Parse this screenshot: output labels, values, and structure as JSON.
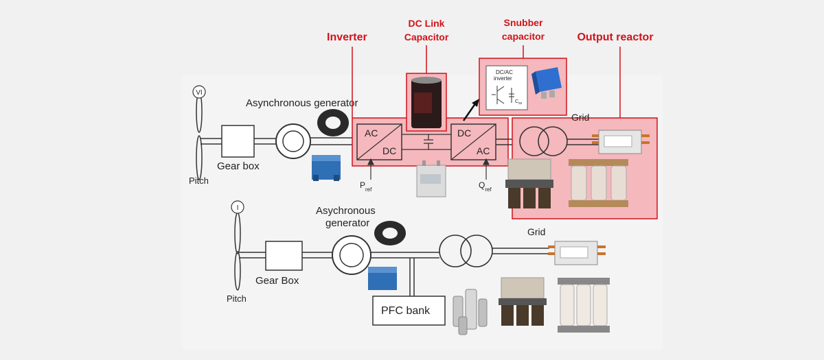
{
  "callouts": {
    "inverter": "Inverter",
    "dc_link_line1": "DC Link",
    "dc_link_line2": "Capacitor",
    "snubber_line1": "Snubber",
    "snubber_line2": "capacitor",
    "output_reactor": "Output reactor"
  },
  "top_system": {
    "rotor_symbol": "VI",
    "pitch": "Pitch",
    "gear_box": "Gear box",
    "generator": "Asynchronous  generator",
    "converter_left_top": "AC",
    "converter_left_bottom": "DC",
    "converter_right_top": "DC",
    "converter_right_bottom": "AC",
    "p_ref": "P",
    "p_ref_sub": "ref",
    "q_ref": "Q",
    "q_ref_sub": "ref",
    "grid": "Grid",
    "inset_line1": "DC/AC",
    "inset_line2": "inverter",
    "inset_cs": "C",
    "inset_cs_sub": "ss"
  },
  "bottom_system": {
    "rotor_symbol": "I",
    "pitch": "Pitch",
    "gear_box": "Gear Box",
    "generator_line1": "Asychronous",
    "generator_line2": "generator",
    "pfc_bank": "PFC bank",
    "grid": "Grid"
  },
  "colors": {
    "callout_red": "#d0121a",
    "highlight_fill": "#f5b8bd",
    "line": "#333333"
  }
}
